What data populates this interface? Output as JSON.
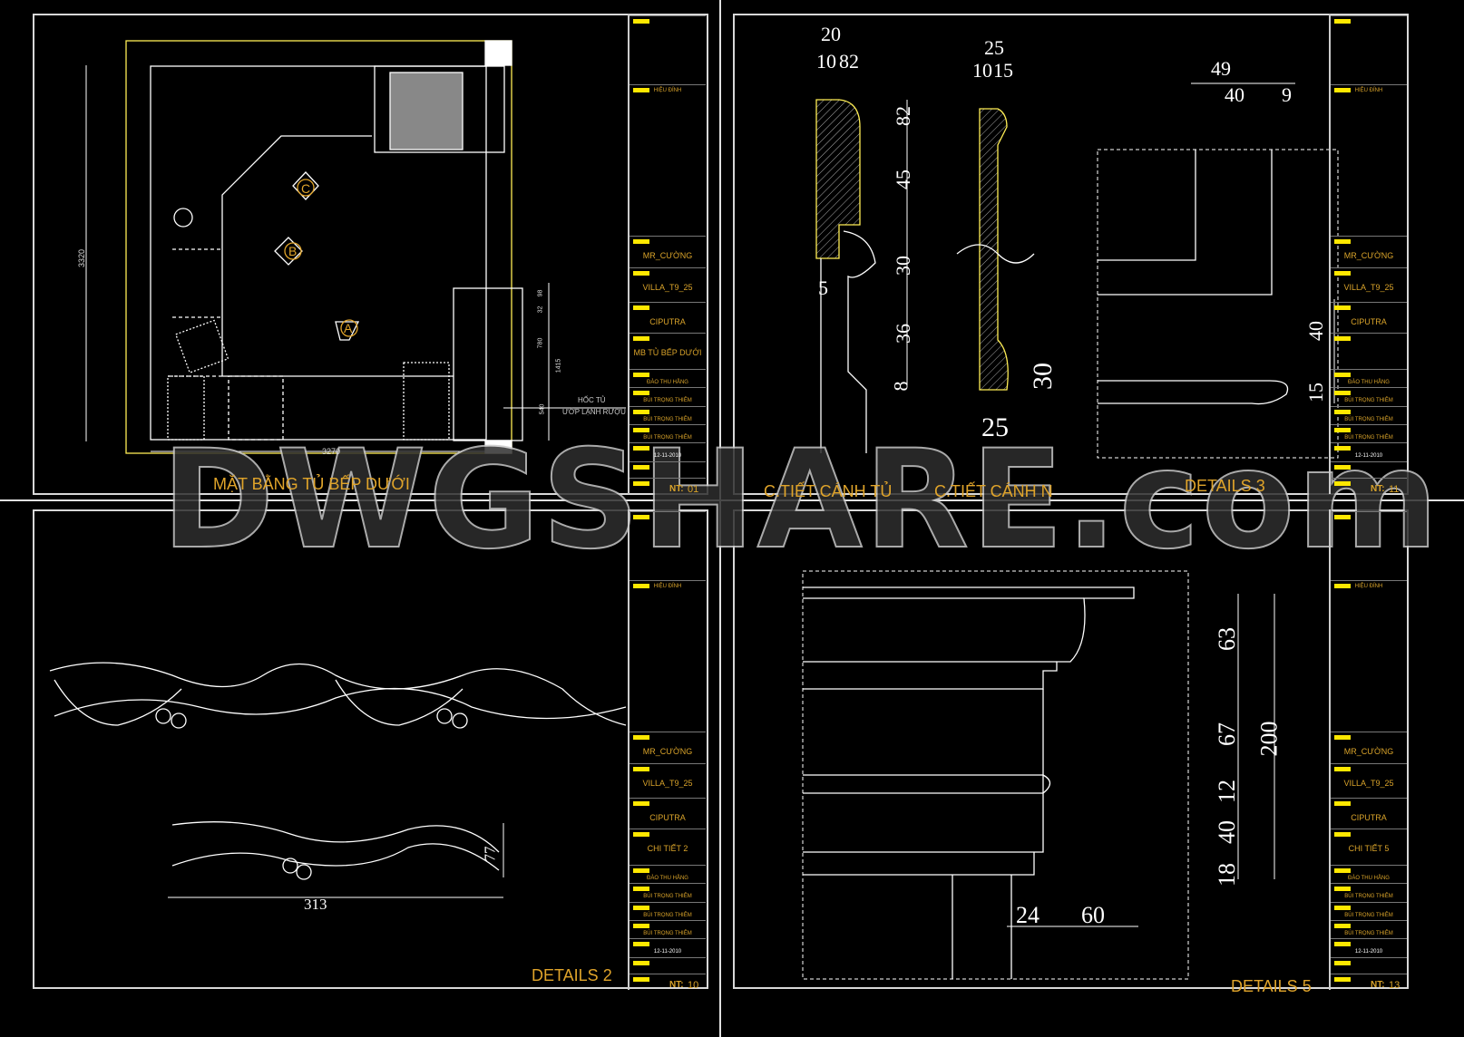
{
  "watermark": "DWGSHARE.com",
  "colors": {
    "frame": "#d8d8d8",
    "label": "#e0a42a",
    "title_block_highlight": "#ffe800",
    "background": "#000000"
  },
  "title_block": {
    "revision_header": "HIỆU ĐÍNH",
    "owner": "MR_CƯỜNG",
    "project": "VILLA_T9_25",
    "location": "CIPUTRA",
    "designer": "ĐÀO THU HẰNG",
    "checker1": "BÙI TRỌNG THIÊM",
    "checker2": "BÙI TRỌNG THIÊM",
    "checker3": "BÙI TRỌNG THIÊM",
    "date": "12-11-2010",
    "nt_label": "NT:"
  },
  "sheets": [
    {
      "sheet_name": "MB TỦ BẾP DƯỚI",
      "number": "01"
    },
    {
      "sheet_name": "",
      "number": "11"
    },
    {
      "sheet_name": "CHI TIẾT 2",
      "number": "10"
    },
    {
      "sheet_name": "CHI TIẾT 5",
      "number": "13"
    }
  ],
  "panel1": {
    "title": "MẶT BẰNG TỦ BẾP DƯỚI",
    "dim_width": "3270",
    "dim_height": "3320",
    "markers": [
      "A",
      "B",
      "C"
    ],
    "note_line1": "HỐC TỦ",
    "note_line2": "ƯỚP LẠNH RƯỢU",
    "side_dims": [
      "98",
      "32",
      "780",
      "1415",
      "540"
    ]
  },
  "panel2": {
    "label_left": "C.TIẾT CÁNH TỦ",
    "label_mid": "C.TIẾT CÁNH N",
    "label_right": "DETAILS 3",
    "dims_a": [
      "20",
      "10",
      "82",
      "82",
      "45",
      "30",
      "36",
      "8",
      "5"
    ],
    "dims_b": [
      "25",
      "10",
      "15",
      "30",
      "25"
    ],
    "dims_c": [
      "49",
      "40",
      "9",
      "40",
      "15"
    ]
  },
  "panel3": {
    "title": "DETAILS 2",
    "dim_width": "313",
    "dim_height": "77"
  },
  "panel4": {
    "title": "DETAILS 5",
    "dims_v": [
      "63",
      "67",
      "12",
      "40",
      "18",
      "200"
    ],
    "dims_h": [
      "24",
      "60"
    ]
  }
}
